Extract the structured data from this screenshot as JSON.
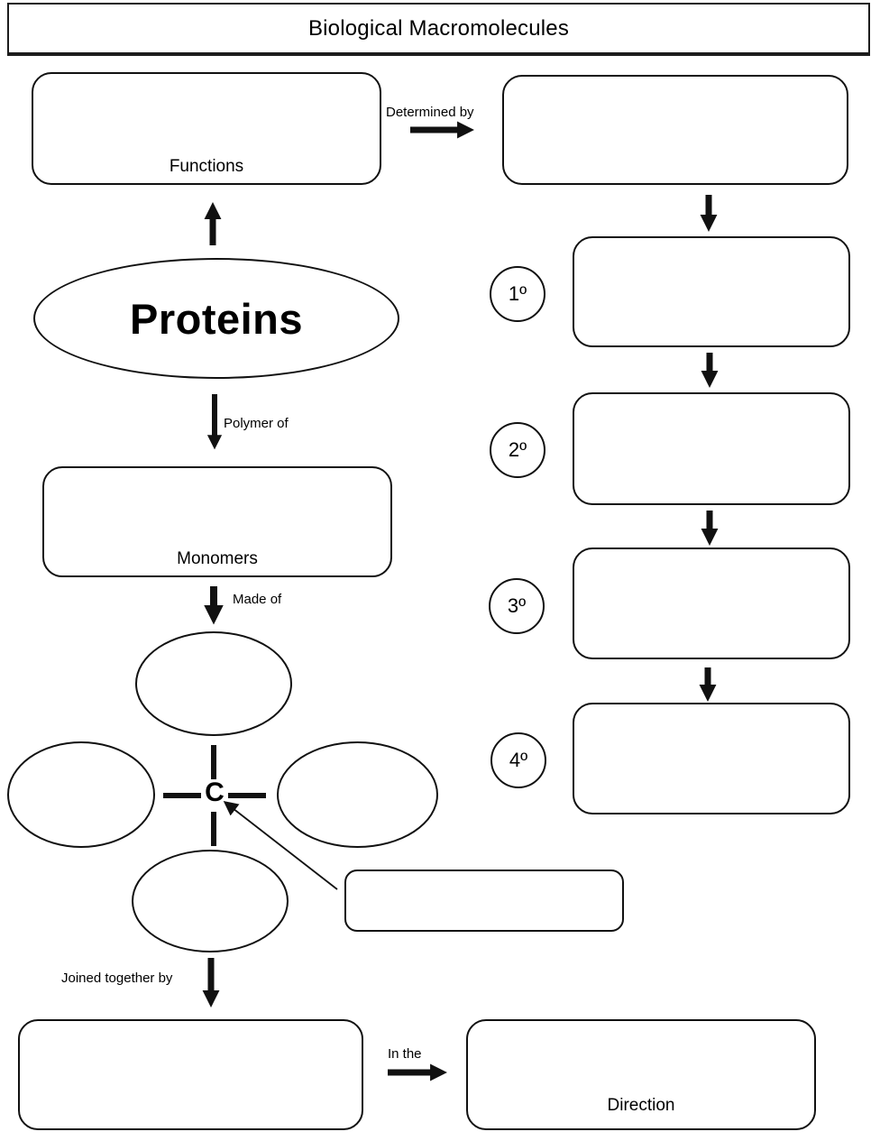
{
  "title": "Biological Macromolecules",
  "diagram": {
    "main_topic": "Proteins",
    "functions_label": "Functions",
    "determined_by_label": "Determined by",
    "polymer_of_label": "Polymer of",
    "monomers_label": "Monomers",
    "made_of_label": "Made of",
    "central_atom_label": "C",
    "joined_together_label": "Joined together by",
    "in_the_label": "In the",
    "direction_label": "Direction",
    "structure_levels": [
      {
        "badge": "1º"
      },
      {
        "badge": "2º"
      },
      {
        "badge": "3º"
      },
      {
        "badge": "4º"
      }
    ],
    "colors": {
      "stroke": "#111111",
      "background": "#ffffff"
    }
  }
}
